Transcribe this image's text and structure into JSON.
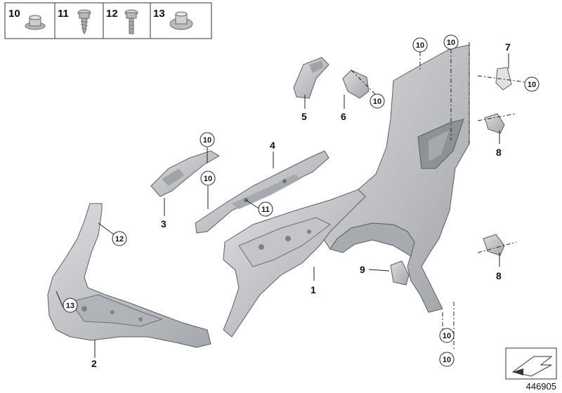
{
  "legend": {
    "items": [
      {
        "number": "10",
        "icon": "flange-nut-icon"
      },
      {
        "number": "11",
        "icon": "self-tapping-screw-icon"
      },
      {
        "number": "12",
        "icon": "hex-bolt-icon"
      },
      {
        "number": "13",
        "icon": "cage-nut-icon"
      }
    ]
  },
  "parts": {
    "p1": "1",
    "p2": "2",
    "p3": "3",
    "p4": "4",
    "p5": "5",
    "p6": "6",
    "p7": "7",
    "p8a": "8",
    "p8b": "8",
    "p9": "9"
  },
  "callouts": {
    "c10_fender_top_left": "10",
    "c10_fender_top_right": "10",
    "c10_bracket6": "10",
    "c10_bracket7": "10",
    "c10_bracket3": "10",
    "c10_strut4": "10",
    "c11_strut4": "11",
    "c12_carrier": "12",
    "c13_carrier": "13",
    "c10_fender_bottom": "10",
    "c10_fender_bottom_end": "10"
  },
  "reference_number": "446905",
  "colors": {
    "part_fill": "#c8cacd",
    "part_dark": "#9c9fa4",
    "part_light": "#e2e3e5",
    "outline": "#5a5d62",
    "line": "#222222"
  }
}
